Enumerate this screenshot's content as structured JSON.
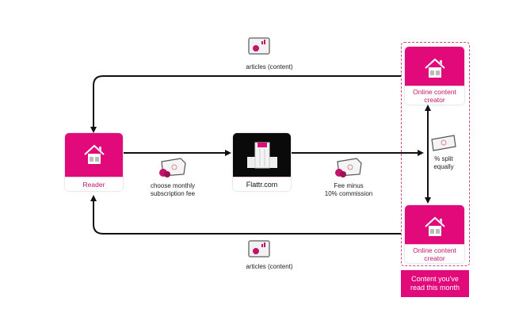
{
  "colors": {
    "brand_pink": "#e2097b",
    "node_black": "#0a0a0a",
    "arrow": "#111111",
    "label_pink": "#c0156a"
  },
  "nodes": {
    "reader": {
      "label": "Reader",
      "icon": "house-icon"
    },
    "flattr": {
      "label": "Flattr.com",
      "icon": "building-icon"
    },
    "creator_top": {
      "label": "Online content creator",
      "icon": "house-icon"
    },
    "creator_bottom": {
      "label": "Online content creator",
      "icon": "house-icon"
    }
  },
  "edges": {
    "articles_top": {
      "label": "articles (content)",
      "icon": "content-icon"
    },
    "articles_bottom": {
      "label": "articles (content)",
      "icon": "content-icon"
    },
    "subscription": {
      "label_line1": "choose monthly",
      "label_line2": "subscription fee",
      "icon": "money-icon"
    },
    "commission": {
      "label_line1": "Fee minus",
      "label_line2": "10% commission",
      "icon": "money-icon"
    },
    "split": {
      "label_line1": "% split",
      "label_line2": "equally",
      "icon": "banknote-icon"
    }
  },
  "group": {
    "caption_line1": "Content you've",
    "caption_line2": "read this month"
  }
}
